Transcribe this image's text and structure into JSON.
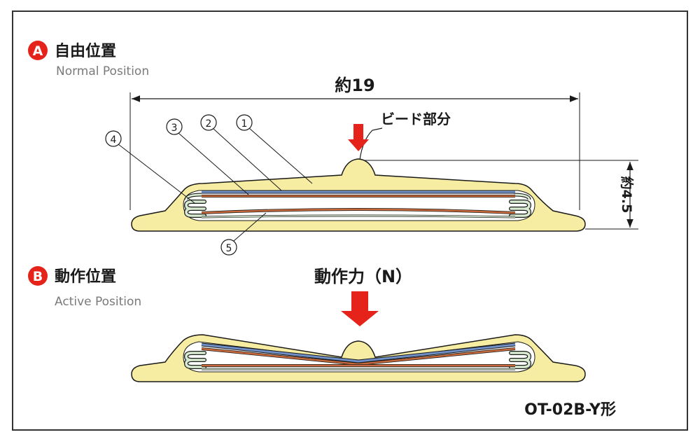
{
  "section_a": {
    "badge": "A",
    "title": "自由位置",
    "subtitle": "Normal Position"
  },
  "section_b": {
    "badge": "B",
    "title": "動作位置",
    "subtitle": "Active Position"
  },
  "dimensions": {
    "width": "約19",
    "height": "約4.5"
  },
  "bead_label": "ビード部分",
  "force_label": "動作力（N）",
  "callouts": [
    "1",
    "2",
    "3",
    "4",
    "5"
  ],
  "model": "OT-02B-Y形",
  "colors": {
    "case_fill": "#f6eda3",
    "case_stroke": "#1a1a1a",
    "layer_blue": "#6f8fc9",
    "layer_orange": "#c96a3c",
    "spring_green": "#d8ead2",
    "arrow_red": "#e5231b",
    "badge_red": "#e5231b",
    "frame": "#333333"
  }
}
